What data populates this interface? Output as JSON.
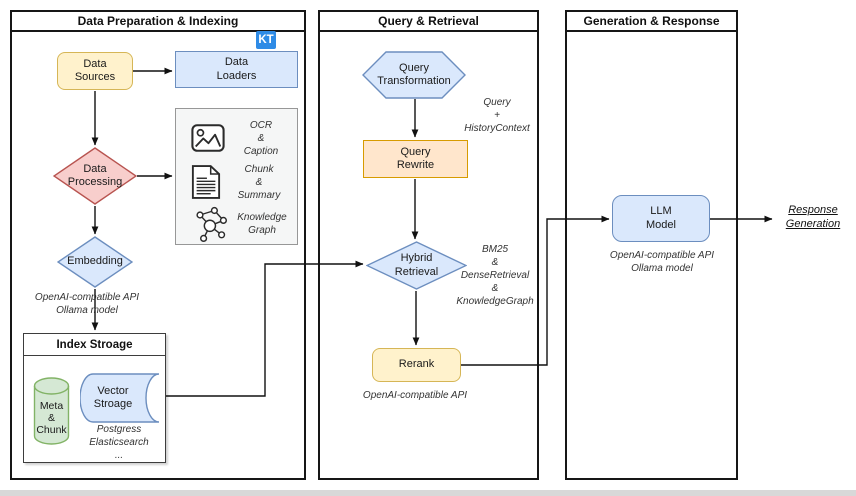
{
  "sections": {
    "prep": {
      "title": "Data Preparation & Indexing"
    },
    "query": {
      "title": "Query & Retrieval"
    },
    "gen": {
      "title": "Generation & Response"
    }
  },
  "prep": {
    "kt_badge": "KT",
    "data_sources": "Data\nSources",
    "data_loaders": "Data\nLoaders",
    "data_processing": "Data\nProcessing",
    "processing_items": {
      "ocr": "OCR\n&\nCaption",
      "chunk": "Chunk\n&\nSummary",
      "kg": "Knowledge\nGraph"
    },
    "embedding": "Embedding",
    "embedding_note": "OpenAI-compatible API\nOllama model",
    "index_storage": {
      "title": "Index Stroage",
      "meta_chunk": "Meta\n&\nChunk",
      "vector_storage": "Vector\nStroage",
      "note": "Postgress\nElasticsearch\n..."
    }
  },
  "query": {
    "query_transformation": "Query\nTransformation",
    "context_note": "Query\n+\nHistoryContext",
    "query_rewrite": "Query\nRewrite",
    "hybrid_retrieval": "Hybrid\nRetrieval",
    "hybrid_note": "BM25\n&\nDenseRetrieval\n&\nKnowledgeGraph",
    "rerank": "Rerank",
    "rerank_note": "OpenAI-compatible API"
  },
  "gen": {
    "llm_model": "LLM\nModel",
    "llm_note": "OpenAI-compatible API\nOllama model",
    "response": "Response\nGeneration"
  },
  "colors": {
    "yellow_fill": "#FFF2CC",
    "yellow_stroke": "#D6B656",
    "blue_fill": "#DAE8FC",
    "blue_stroke": "#6C8EBF",
    "red_fill": "#F8CECC",
    "red_stroke": "#B85450",
    "orange_fill": "#FFE6CC",
    "orange_stroke": "#D79B00",
    "green_fill": "#D5E8D4",
    "green_stroke": "#82B366",
    "kt_badge_bg": "#2E8BE6"
  }
}
